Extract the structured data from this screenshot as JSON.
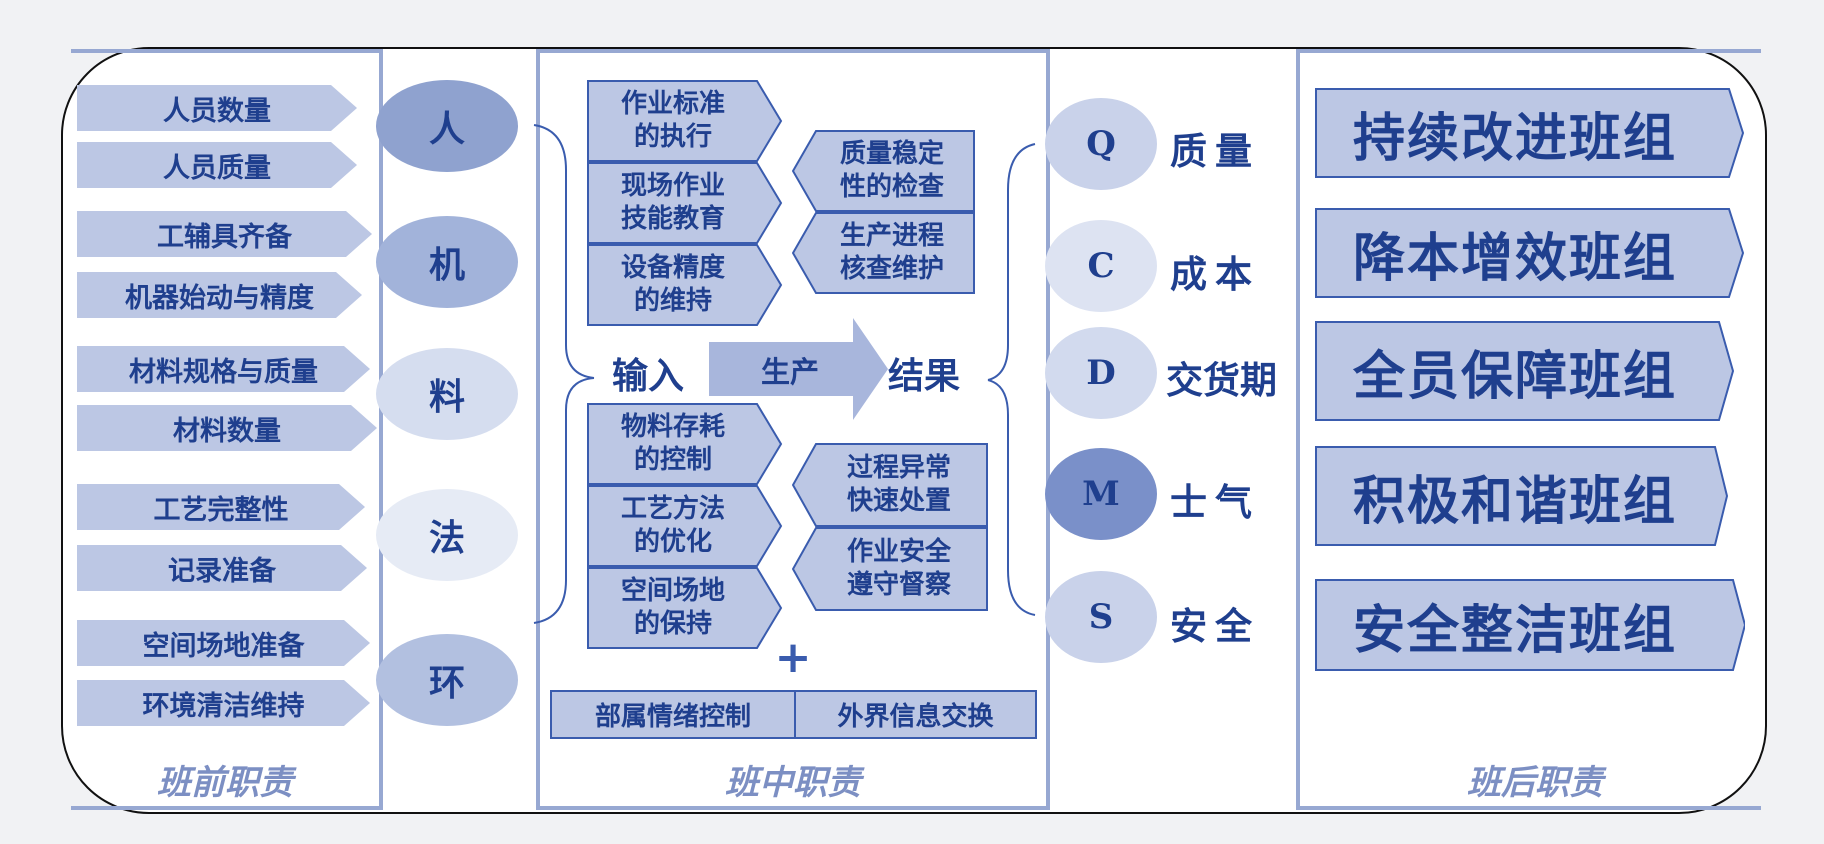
{
  "pre_shift": {
    "title": "班前职责",
    "items": [
      "人员数量",
      "人员质量",
      "工辅具齐备",
      "机器始动与精度",
      "材料规格与质量",
      "材料数量",
      "工艺完整性",
      "记录准备",
      "空间场地准备",
      "环境清洁维持"
    ],
    "factors": [
      "人",
      "机",
      "料",
      "法",
      "环"
    ]
  },
  "mid_shift": {
    "title": "班中职责",
    "top_left": [
      "作业标准\n的执行",
      "现场作业\n技能教育",
      "设备精度\n的维持"
    ],
    "top_right": [
      "质量稳定\n性的检查",
      "生产进程\n核查维护"
    ],
    "input_label": "输入",
    "process_label": "生产",
    "result_label": "结果",
    "bottom_left": [
      "物料存耗\n的控制",
      "工艺方法\n的优化",
      "空间场地\n的保持"
    ],
    "bottom_right": [
      "过程异常\n快速处置",
      "作业安全\n遵守督察"
    ],
    "plus": "+",
    "bottom_row": [
      "部属情绪控制",
      "外界信息交换"
    ]
  },
  "qcdms": {
    "letters": [
      "Q",
      "C",
      "D",
      "M",
      "S"
    ],
    "labels": [
      "质量",
      "成本",
      "交货期",
      "士气",
      "安全"
    ]
  },
  "post_shift": {
    "title": "班后职责",
    "teams": [
      "持续改进班组",
      "降本增效班组",
      "全员保障班组",
      "积极和谐班组",
      "安全整洁班组"
    ]
  },
  "colors": {
    "dark_blue": "#1f3f8e",
    "light_blue": "#bcc7e4",
    "border_blue": "#97a8d2",
    "title_blue": "#7c8fc3"
  }
}
